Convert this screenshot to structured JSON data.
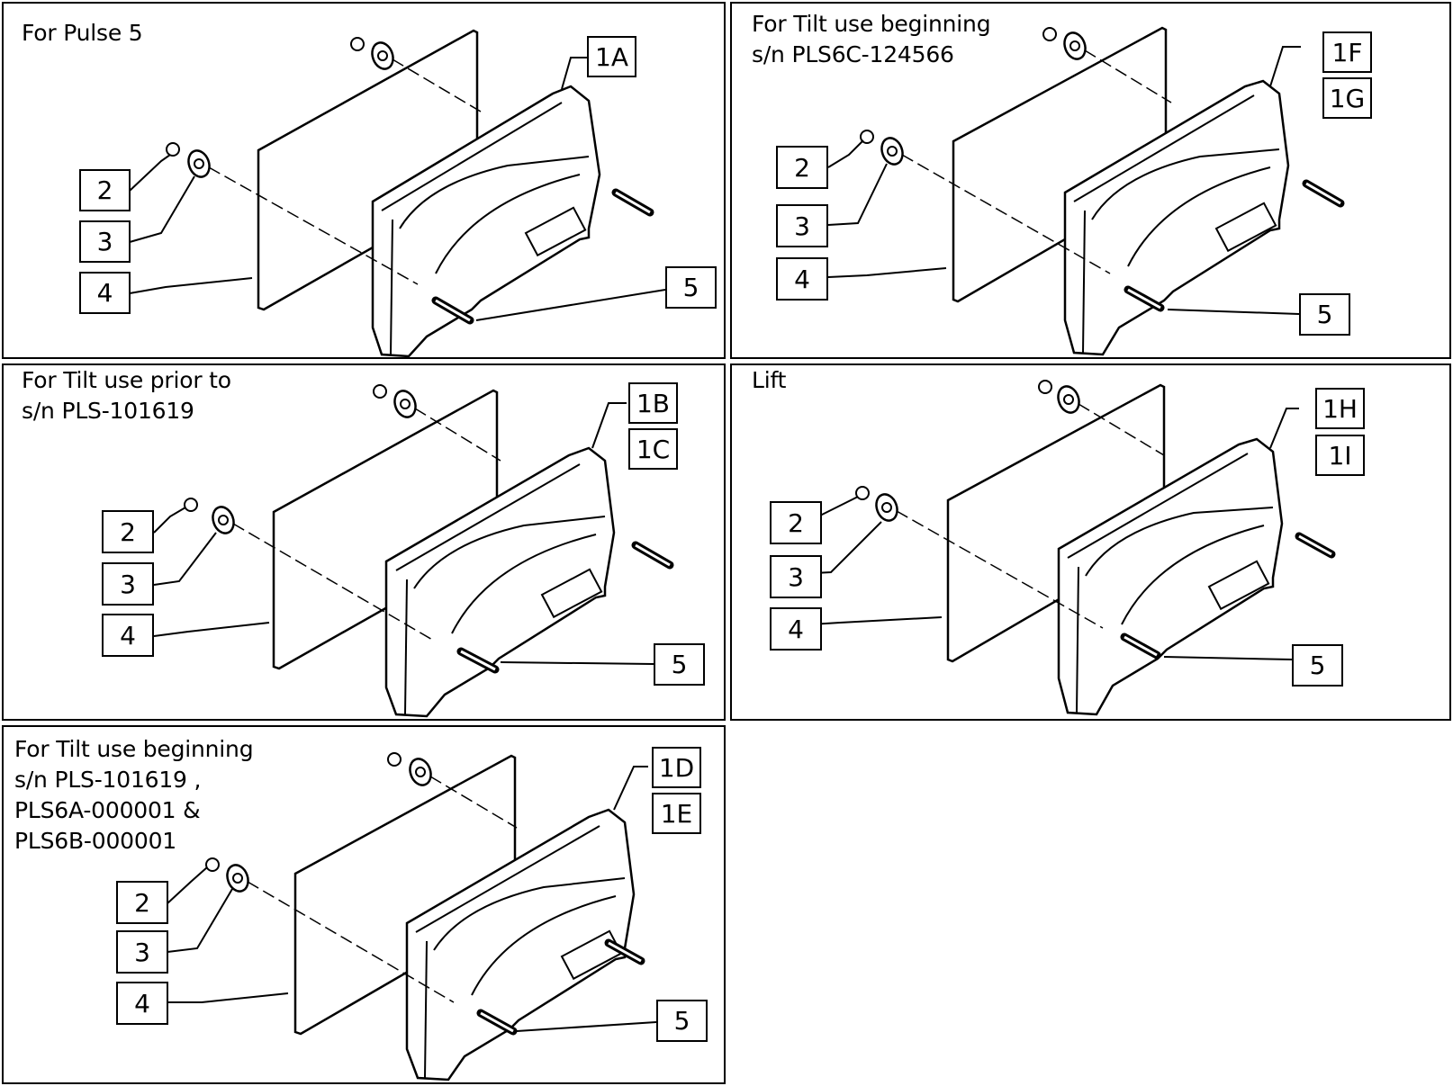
{
  "panels": [
    {
      "title_lines": [
        "For Pulse 5"
      ],
      "labels": {
        "2": "2",
        "3": "3",
        "4": "4",
        "5": "5"
      },
      "assembly_ids": [
        "1A"
      ]
    },
    {
      "title_lines": [
        "For Tilt use beginning",
        "s/n PLS6C-124566"
      ],
      "labels": {
        "2": "2",
        "3": "3",
        "4": "4",
        "5": "5"
      },
      "assembly_ids": [
        "1F",
        "1G"
      ]
    },
    {
      "title_lines": [
        "For Tilt use prior to",
        "s/n PLS-101619"
      ],
      "labels": {
        "2": "2",
        "3": "3",
        "4": "4",
        "5": "5"
      },
      "assembly_ids": [
        "1B",
        "1C"
      ]
    },
    {
      "title_lines": [
        "Lift"
      ],
      "labels": {
        "2": "2",
        "3": "3",
        "4": "4",
        "5": "5"
      },
      "assembly_ids": [
        "1H",
        "1I"
      ]
    },
    {
      "title_lines": [
        "For Tilt use beginning",
        "s/n PLS-101619 ,",
        "PLS6A-000001 &",
        "PLS6B-000001"
      ],
      "labels": {
        "2": "2",
        "3": "3",
        "4": "4",
        "5": "5"
      },
      "assembly_ids": [
        "1D",
        "1E"
      ]
    }
  ]
}
